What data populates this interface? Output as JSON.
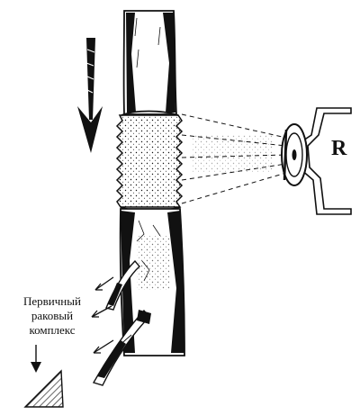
{
  "diagram": {
    "source_label": "R",
    "caption_lines": [
      "Первичный",
      "раковый",
      "комплекс"
    ]
  },
  "colors": {
    "ink": "#111111",
    "paper": "#ffffff"
  }
}
